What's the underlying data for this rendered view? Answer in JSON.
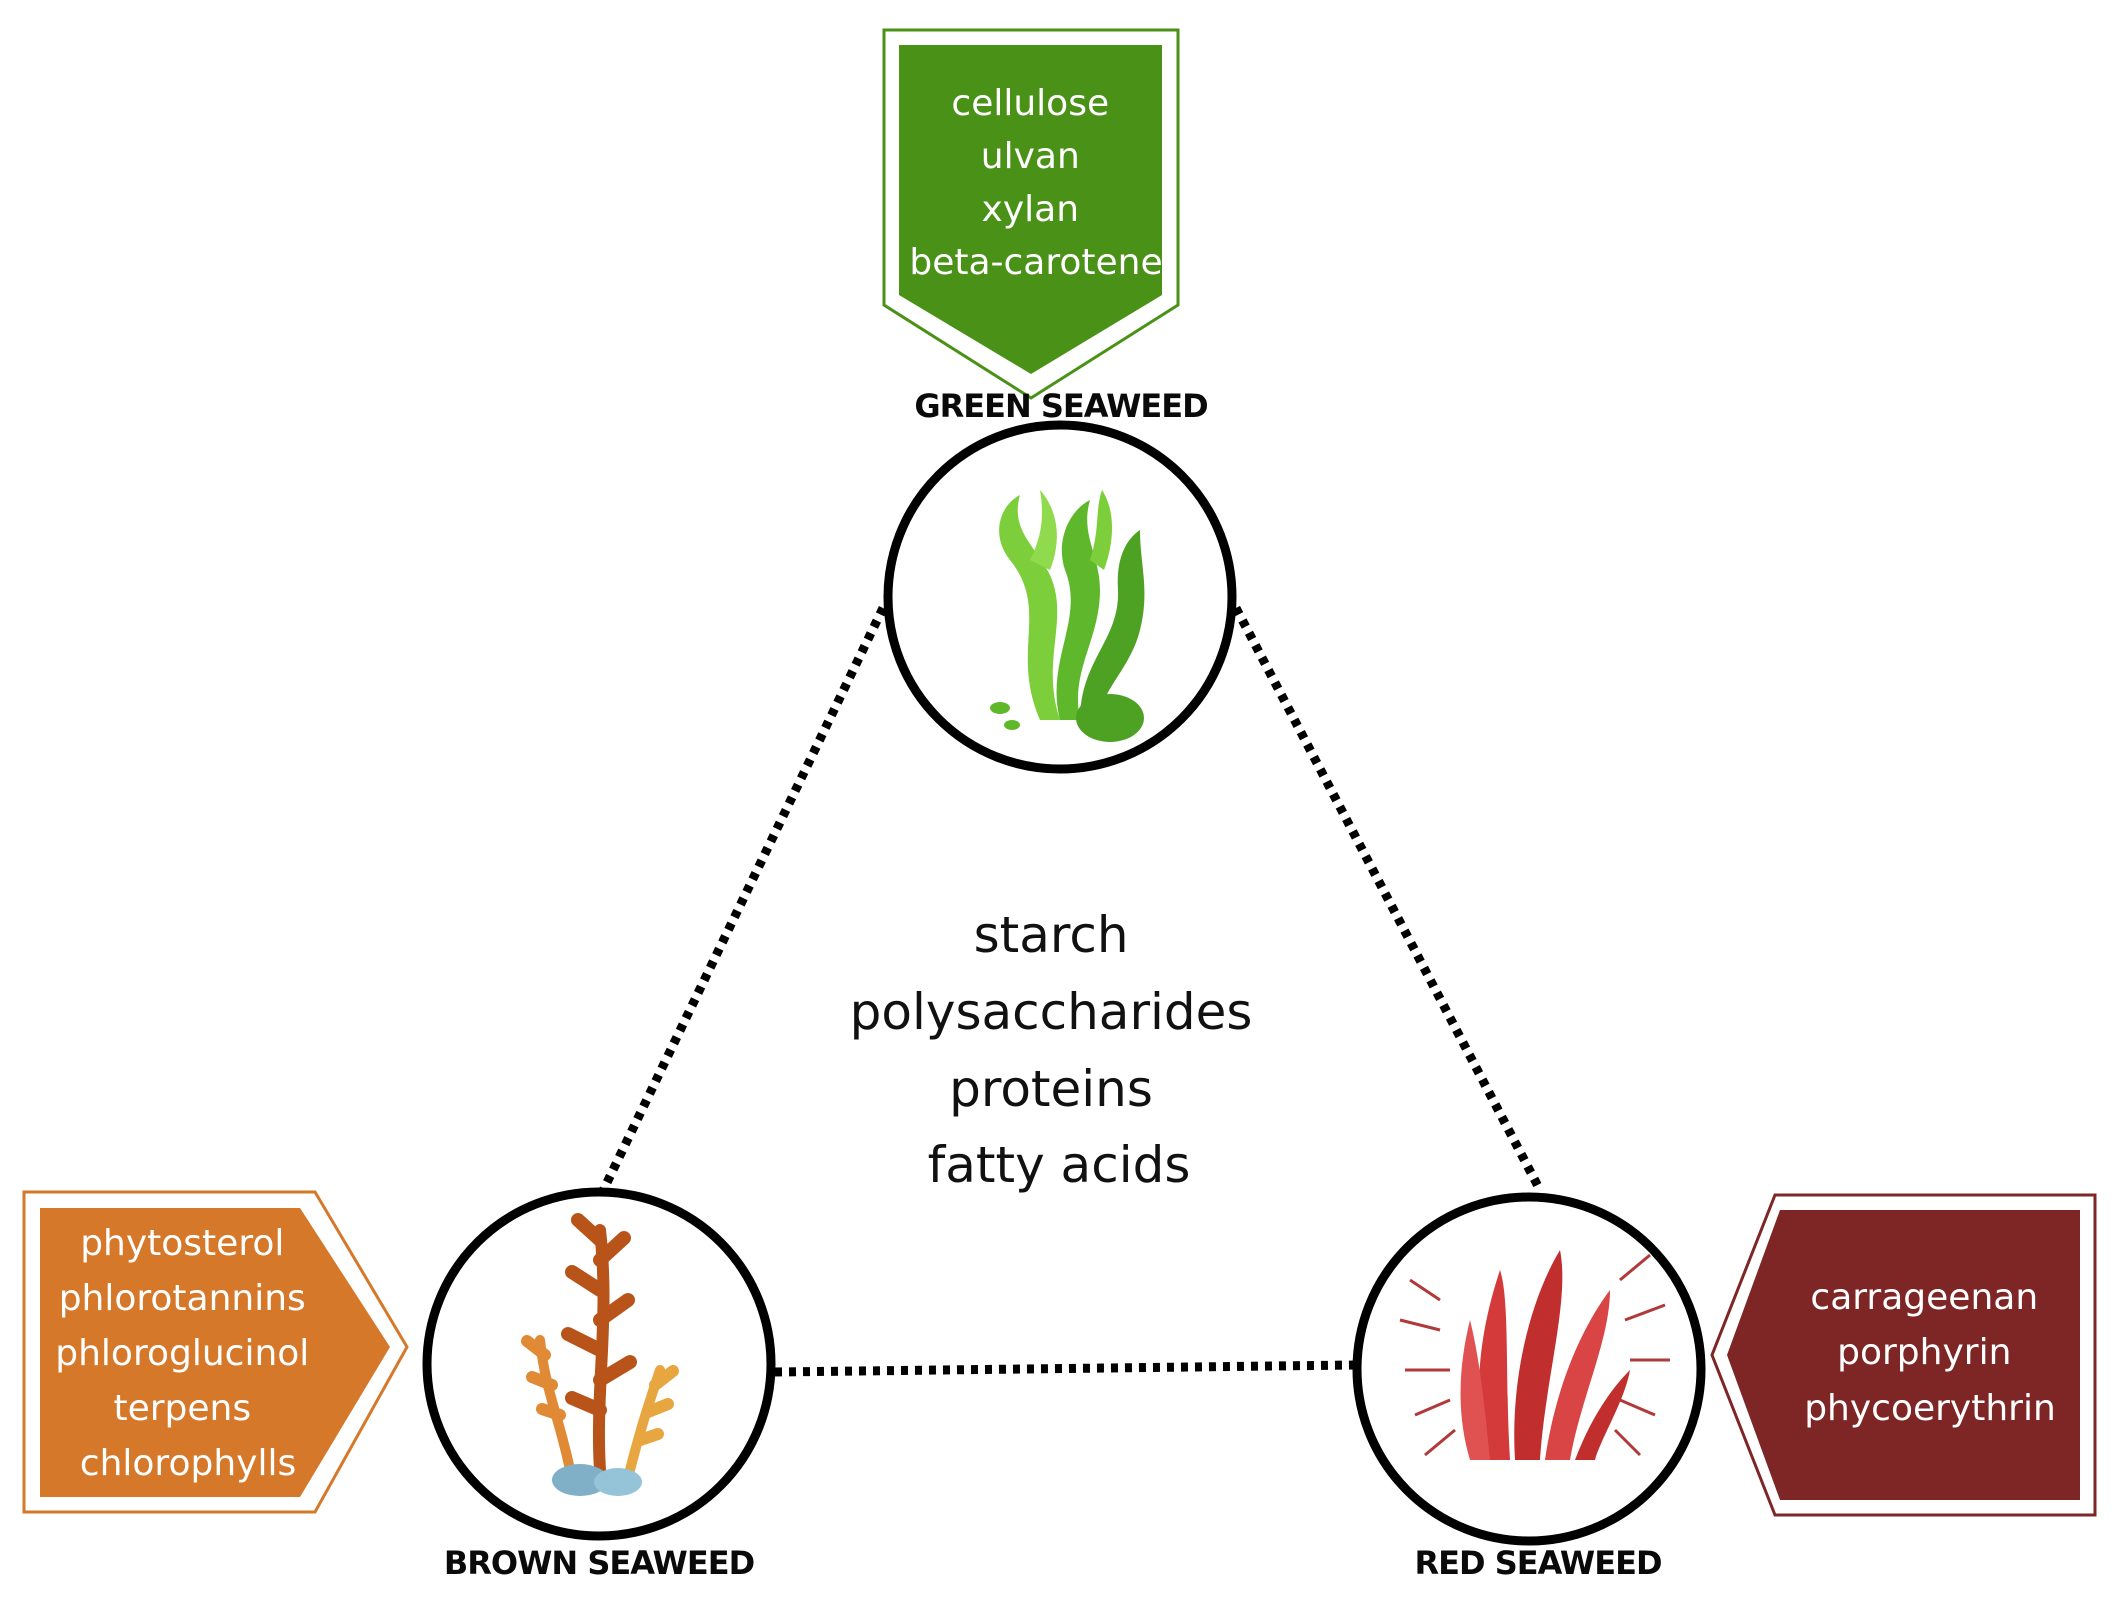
{
  "green": {
    "label": "GREEN SEAWEED",
    "items": [
      "cellulose",
      "ulvan",
      "xylan",
      "beta-carotene"
    ],
    "color": "#4a9117"
  },
  "brown": {
    "label": "BROWN SEAWEED",
    "items": [
      "phytosterol",
      "phlorotannins",
      "phloroglucinol",
      "terpens",
      "chlorophylls"
    ],
    "color": "#d6782a"
  },
  "red": {
    "label": "RED SEAWEED",
    "items": [
      "carrageenan",
      "porphyrin",
      "phycoerythrin"
    ],
    "color": "#7e2625"
  },
  "shared": {
    "items": [
      "starch",
      "polysaccharides",
      "proteins",
      "fatty acids"
    ]
  }
}
